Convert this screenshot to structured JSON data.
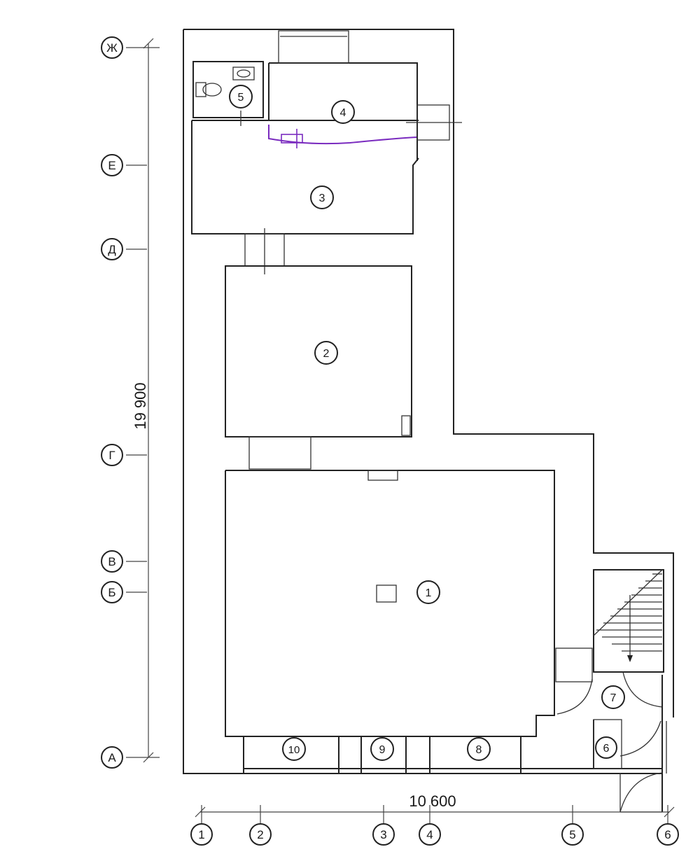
{
  "axes_rows": [
    {
      "id": "axis-zh",
      "label": "Ж"
    },
    {
      "id": "axis-e",
      "label": "Е"
    },
    {
      "id": "axis-d",
      "label": "Д"
    },
    {
      "id": "axis-g",
      "label": "Г"
    },
    {
      "id": "axis-v",
      "label": "В"
    },
    {
      "id": "axis-b",
      "label": "Б"
    },
    {
      "id": "axis-a",
      "label": "А"
    }
  ],
  "axes_cols": [
    {
      "id": "axis-1",
      "label": "1"
    },
    {
      "id": "axis-2",
      "label": "2"
    },
    {
      "id": "axis-3",
      "label": "3"
    },
    {
      "id": "axis-4",
      "label": "4"
    },
    {
      "id": "axis-5",
      "label": "5"
    },
    {
      "id": "axis-6",
      "label": "6"
    }
  ],
  "rooms": [
    {
      "id": "room-1",
      "label": "1"
    },
    {
      "id": "room-2",
      "label": "2"
    },
    {
      "id": "room-3",
      "label": "3"
    },
    {
      "id": "room-4",
      "label": "4"
    },
    {
      "id": "room-5",
      "label": "5"
    },
    {
      "id": "room-6",
      "label": "6"
    },
    {
      "id": "room-7",
      "label": "7"
    },
    {
      "id": "room-8",
      "label": "8"
    },
    {
      "id": "room-9",
      "label": "9"
    },
    {
      "id": "room-10",
      "label": "10"
    }
  ],
  "dimensions": {
    "vertical": "19 900",
    "horizontal": "10 600"
  },
  "colors": {
    "lines": "#222222",
    "annotation": "#7a2bbf"
  }
}
